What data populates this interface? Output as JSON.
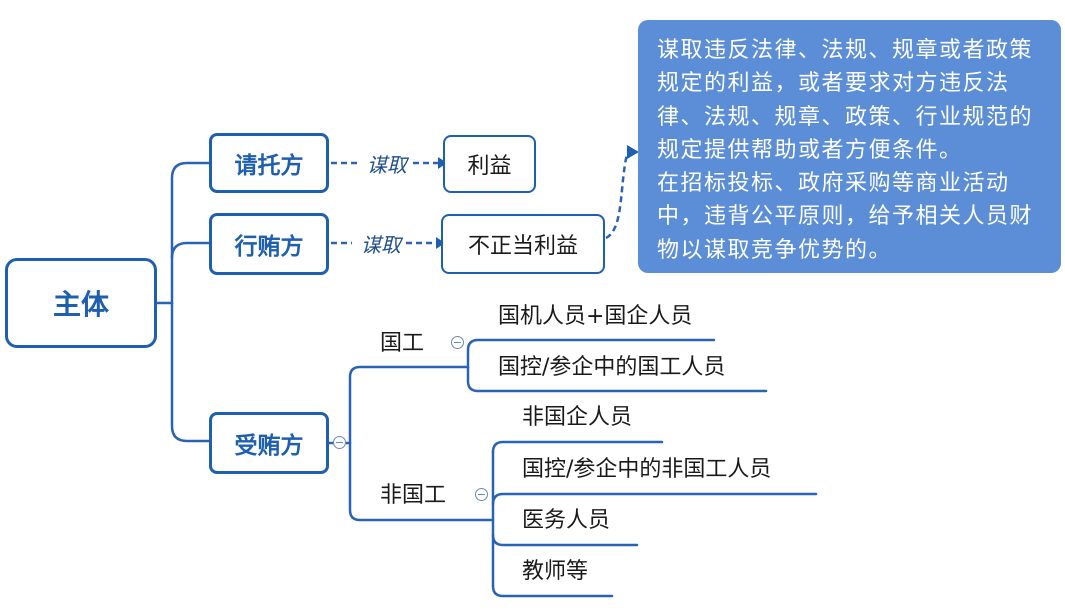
{
  "root": {
    "label": "主体"
  },
  "branches": [
    {
      "label": "请托方",
      "relation": "谋取",
      "target": "利益"
    },
    {
      "label": "行贿方",
      "relation": "谋取",
      "target": "不正当利益"
    },
    {
      "label": "受贿方"
    }
  ],
  "callout": {
    "lines": [
      "谋取违反法律、法规、规章或者政策",
      "规定的利益，或者要求对方违反法",
      "律、法规、规章、政策、行业规范的",
      "规定提供帮助或者方便条件。",
      "在招标投标、政府采购等商业活动",
      "中，违背公平原则，给予相关人员财",
      "物以谋取竞争优势的。"
    ]
  },
  "guogong": {
    "label": "国工",
    "children": [
      "国机人员+国企人员",
      "国控/参企中的国工人员"
    ]
  },
  "feiguogong": {
    "label": "非国工",
    "children": [
      "非国企人员",
      "国控/参企中的非国工人员",
      "医务人员",
      "教师等"
    ]
  },
  "colors": {
    "primary": "#1f5fb0",
    "callout_fill": "#5b8ed6",
    "leaf_text": "#1a1a1a",
    "callout_text": "#ffffff"
  }
}
